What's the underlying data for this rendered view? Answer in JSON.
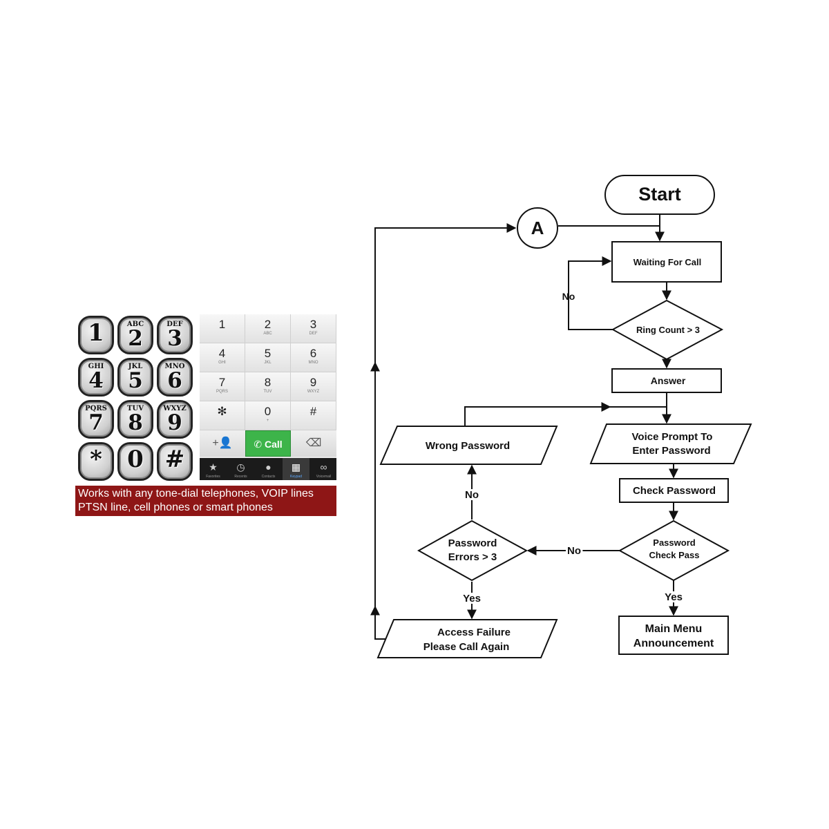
{
  "round_keypad": {
    "keys": [
      {
        "digit": "1",
        "letters": ""
      },
      {
        "digit": "2",
        "letters": "ABC"
      },
      {
        "digit": "3",
        "letters": "DEF"
      },
      {
        "digit": "4",
        "letters": "GHI"
      },
      {
        "digit": "5",
        "letters": "JKL"
      },
      {
        "digit": "6",
        "letters": "MNO"
      },
      {
        "digit": "7",
        "letters": "PQRS"
      },
      {
        "digit": "8",
        "letters": "TUV"
      },
      {
        "digit": "9",
        "letters": "WXYZ"
      },
      {
        "digit": "*",
        "letters": ""
      },
      {
        "digit": "0",
        "letters": ""
      },
      {
        "digit": "#",
        "letters": ""
      }
    ]
  },
  "phone_keypad": {
    "keys": [
      {
        "digit": "1",
        "letters": ""
      },
      {
        "digit": "2",
        "letters": "ABC"
      },
      {
        "digit": "3",
        "letters": "DEF"
      },
      {
        "digit": "4",
        "letters": "GHI"
      },
      {
        "digit": "5",
        "letters": "JKL"
      },
      {
        "digit": "6",
        "letters": "MNO"
      },
      {
        "digit": "7",
        "letters": "PQRS"
      },
      {
        "digit": "8",
        "letters": "TUV"
      },
      {
        "digit": "9",
        "letters": "WXYZ"
      },
      {
        "digit": "✻",
        "letters": ""
      },
      {
        "digit": "0",
        "letters": "+"
      },
      {
        "digit": "#",
        "letters": ""
      }
    ],
    "add_contact_glyph": "+👤",
    "call_label": "Call",
    "call_glyph": "✆",
    "delete_glyph": "⌫",
    "tabs": [
      {
        "icon": "star-icon",
        "glyph": "★",
        "label": "Favorites"
      },
      {
        "icon": "clock-icon",
        "glyph": "◷",
        "label": "Recents"
      },
      {
        "icon": "contacts-icon",
        "glyph": "●",
        "label": "Contacts"
      },
      {
        "icon": "keypad-icon",
        "glyph": "▦",
        "label": "Keypad",
        "active": true
      },
      {
        "icon": "voicemail-icon",
        "glyph": "∞",
        "label": "Voicemail"
      }
    ]
  },
  "banner": {
    "line1": "Works with any tone-dial telephones, VOIP lines",
    "line2": "PTSN line, cell phones or smart phones",
    "color": "#8e1616"
  },
  "flowchart": {
    "start": "Start",
    "connector": "A",
    "waiting": "Waiting For Call",
    "ring_count": "Ring Count > 3",
    "answer": "Answer",
    "voice_prompt_1": "Voice Prompt To",
    "voice_prompt_2": "Enter Password",
    "check_password": "Check Password",
    "check_pass_1": "Password",
    "check_pass_2": "Check Pass",
    "main_menu_1": "Main Menu",
    "main_menu_2": "Announcement",
    "errors_1": "Password",
    "errors_2": "Errors > 3",
    "wrong_password": "Wrong Password",
    "failure_1": "Access Failure",
    "failure_2": "Please Call Again",
    "no_ring": "No",
    "no_check": "No",
    "no_errors": "No",
    "yes_check": "Yes",
    "yes_errors": "Yes"
  }
}
